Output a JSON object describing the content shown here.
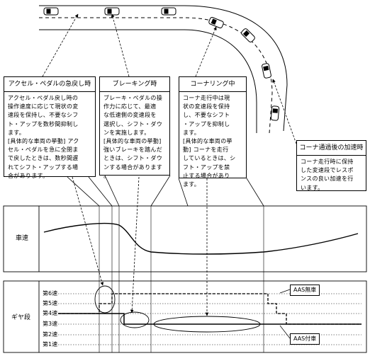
{
  "boxes": {
    "accel": {
      "title": "アクセル・ペダルの急戻し時",
      "body": "アクセル・ペダル戻し時の\n操作速度に応じて現状の変\n速段を保持し、不要なシフ\nト・アップを数秒間抑制し\nます。\n[具体的な車両の挙動] アク\nセル・ペダルを急に全閉ま\nで戻したときは、数秒間遅\nれてシフト・アップする場\n合があります。"
    },
    "braking": {
      "title": "ブレーキング時",
      "body": "ブレーキ・ペダルの操\n作力に応じて、最適\nな低速側の変速段を\n選択し、シフト・ダウ\nンを実施します。\n[具体的な車両の挙動]\n強いブレーキを踏んだ\nときは、シフト・ダウ\nンする場合があります\n。"
    },
    "cornering": {
      "title": "コーナリング中",
      "body": "コーナ走行中は現\n状の変速段を保持\nし、不要なシフト\n・アップを抑制し\nます。\n[具体的な車両の挙\n動] コーナを走行\nしているときは、シ\nフト・アップを禁\n止する場合があり\nます。"
    },
    "exit": {
      "title": "コーナ通過後の加速時",
      "body": "コーナ走行時に保持\nした変速段でレスポ\nンスの良い加速を行\nいます。"
    }
  },
  "panels": {
    "speed_label": "車速",
    "gear_label": "ギヤ段"
  },
  "gears": [
    "第6速",
    "第5速",
    "第4速",
    "第3速",
    "第2速",
    "第1速"
  ],
  "tags": {
    "without_aas": "AAS無車",
    "with_aas": "AAS付車"
  }
}
